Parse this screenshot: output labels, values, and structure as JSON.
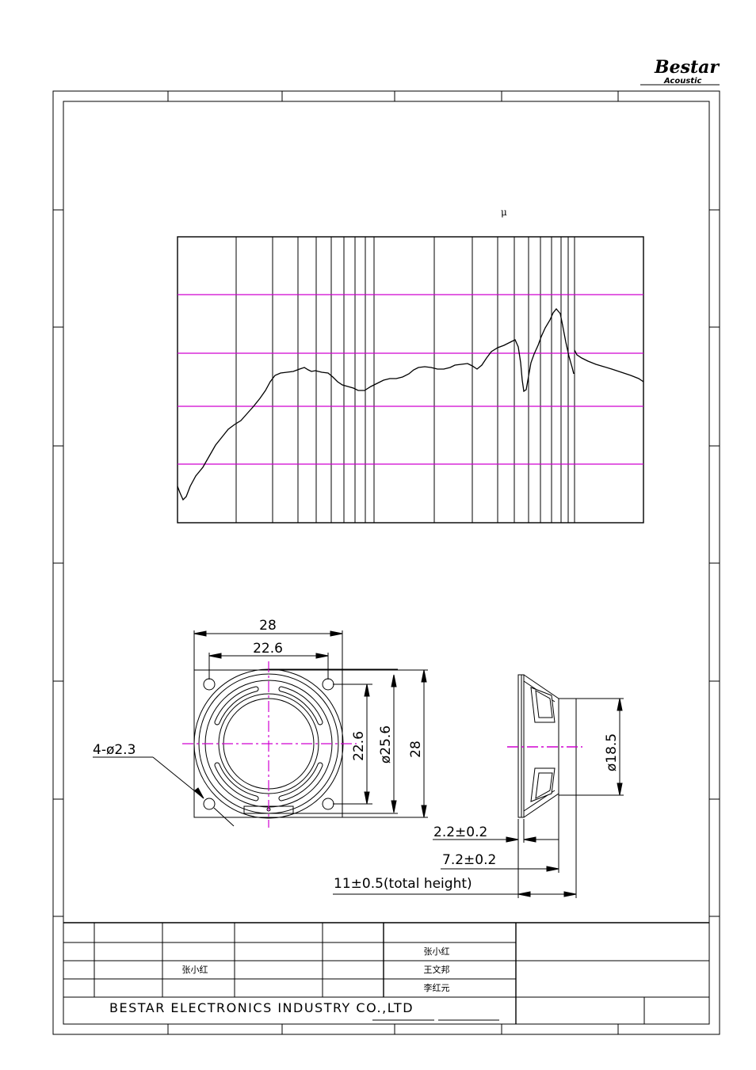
{
  "logo": {
    "brand": "Bestar",
    "sub": "Acoustic"
  },
  "colors": {
    "line": "#000000",
    "grid_accent": "#d000d0",
    "center_line": "#d000d0"
  },
  "chart": {
    "unit_symbol": "μ"
  },
  "drawing": {
    "front_view": {
      "width_label": "28",
      "hole_pitch_label": "22.6",
      "hole_label": "4-ø2.3",
      "vertical_pitch_label": "22.6",
      "cone_dia_label": "ø25.6",
      "height_label": "28"
    },
    "side_view": {
      "magnet_dia_label": "ø18.5",
      "dim_1": "2.2±0.2",
      "dim_2": "7.2±0.2",
      "dim_3": "11±0.5(total height)"
    }
  },
  "title_block": {
    "names": {
      "drawn": "张小红",
      "checked": "王文邦",
      "approved": "李红元",
      "rev_by": "张小红"
    },
    "company": "BESTAR ELECTRONICS INDUSTRY CO.,LTD"
  }
}
